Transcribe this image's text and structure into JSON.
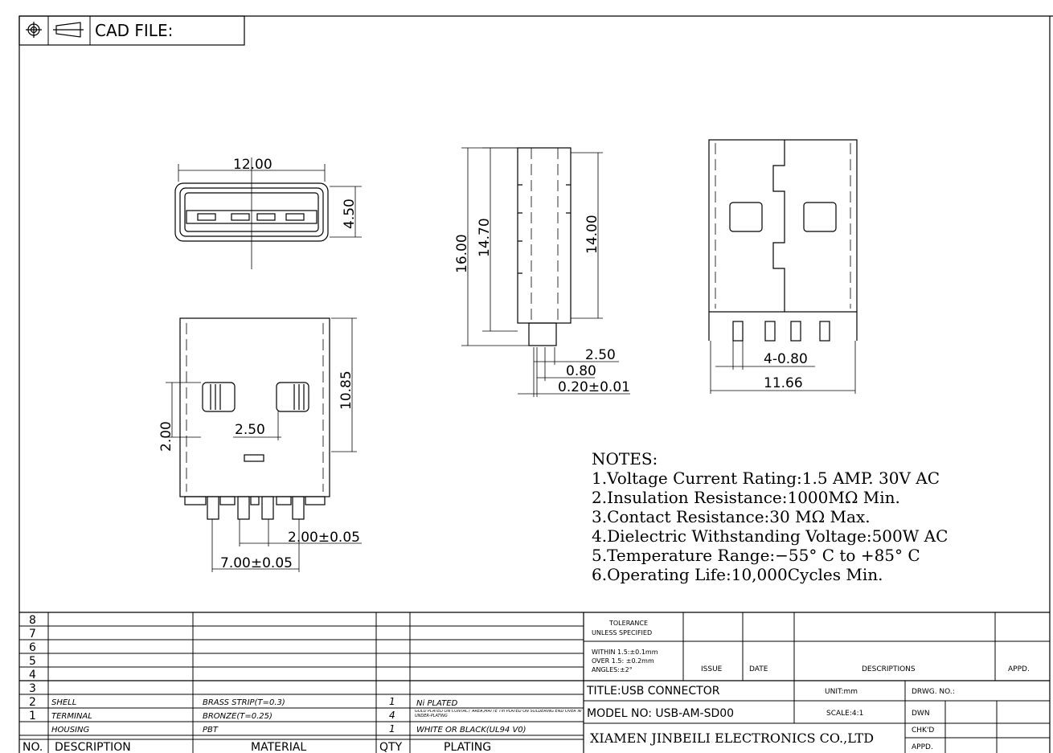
{
  "header": {
    "cad_file_label": "CAD FILE:",
    "projection_icons": [
      "crosshair-circle-icon",
      "third-angle-projection-icon"
    ]
  },
  "dimensions": {
    "front_width": "12.00",
    "front_height": "4.50",
    "side_total": "16.00",
    "side_body": "14.70",
    "side_shell": "14.00",
    "side_tail": "2.50",
    "side_pin_width": "0.80",
    "side_pin_thickness": "0.20±0.01",
    "top_height": "10.85",
    "top_window_height": "2.00",
    "top_window_gap": "2.50",
    "pin_pitch": "2.00±0.05",
    "pin_span": "7.00±0.05",
    "right_pin_pitch": "4-0.80",
    "right_total_width": "11.66"
  },
  "notes": {
    "title": "NOTES:",
    "items": [
      "1.Voltage Current Rating:1.5 AMP. 30V AC",
      "2.Insulation Resistance:1000MΩ Min.",
      "3.Contact Resistance:30 MΩ Max.",
      "4.Dielectric Withstanding Voltage:500W AC",
      "5.Temperature Range:−55° C to +85° C",
      "6.Operating Life:10,000Cycles Min."
    ]
  },
  "bom": {
    "headers": {
      "no": "NO.",
      "description": "DESCRIPTION",
      "material": "MATERIAL",
      "qty": "QTY",
      "plating": "PLATING"
    },
    "rows": [
      {
        "no": "8",
        "description": "",
        "material": "",
        "qty": "",
        "plating": ""
      },
      {
        "no": "7",
        "description": "",
        "material": "",
        "qty": "",
        "plating": ""
      },
      {
        "no": "6",
        "description": "",
        "material": "",
        "qty": "",
        "plating": ""
      },
      {
        "no": "5",
        "description": "",
        "material": "",
        "qty": "",
        "plating": ""
      },
      {
        "no": "4",
        "description": "",
        "material": "",
        "qty": "",
        "plating": ""
      },
      {
        "no": "3",
        "description": "SHELL",
        "material": "BRASS STRIP(T=0.3)",
        "qty": "1",
        "plating": "Ni PLATED"
      },
      {
        "no": "2",
        "description": "TERMINAL",
        "material": "BRONZE(T=0.25)",
        "qty": "4",
        "plating": "GOLD PLATED ON CONTACT AREA,MATTE Tin PLATED ON SOLDERING END OVER Ni UNDER-PLATING"
      },
      {
        "no": "1",
        "description": "HOUSING",
        "material": "PBT",
        "qty": "1",
        "plating": "WHITE OR BLACK(UL94 V0)"
      }
    ]
  },
  "title_block": {
    "tolerance_line1": "TOLERANCE",
    "tolerance_line2": "UNLESS SPECIFIED",
    "within": "WITHIN 1.5:±0.1mm",
    "over": "OVER 1.5: ±0.2mm",
    "angles": "ANGLES:±2°",
    "issue": "ISSUE",
    "date": "DATE",
    "descriptions": "DESCRIPTIONS",
    "appd_header": "APPD.",
    "title": "TITLE:USB CONNECTOR",
    "unit": "UNIT:mm",
    "drwg_no": "DRWG. NO.:",
    "model": "MODEL NO: USB-AM-SD00",
    "scale": "SCALE:4:1",
    "dwn": "DWN",
    "chkd": "CHK'D",
    "appd": "APPD.",
    "company": "XIAMEN JINBEILI ELECTRONICS CO.,LTD"
  }
}
